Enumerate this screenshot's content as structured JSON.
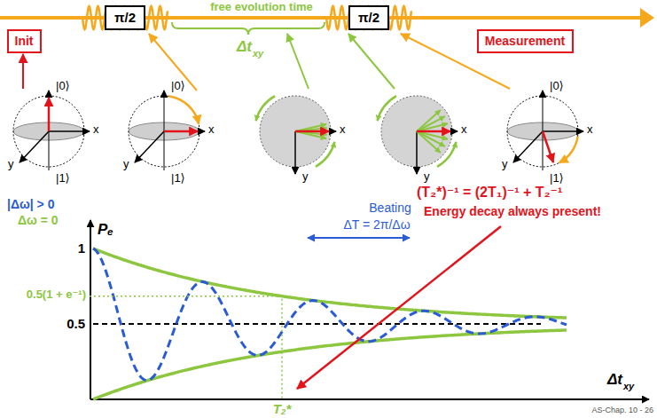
{
  "diagram": {
    "nodes": [
      {
        "text": [
          "Init"
        ]
      },
      {
        "text": [
          "π/2"
        ]
      },
      {
        "text": [
          "π/2"
        ]
      },
      {
        "text": [
          "Measurement"
        ]
      }
    ],
    "edges": [
      {
        "from": 1,
        "to": 2,
        "arrow": "none"
      }
    ],
    "labels": [
      "free evolution time",
      "Δt",
      "xy",
      "|0⟩",
      "|1⟩",
      "x",
      "y",
      "|0⟩",
      "|1⟩",
      "x",
      "y",
      "x",
      "y",
      "x",
      "y",
      "|0⟩",
      "|1⟩",
      "x",
      "y",
      "|Δω| > 0",
      "Δω = 0",
      "Pₑ",
      "1",
      "0.5(1 + e⁻¹)",
      "0.5",
      "Beating",
      "ΔT = 2π/Δω",
      "(T₂*)⁻¹ = (2T₁)⁻¹ + T₂⁻¹",
      "Energy decay always present!",
      "T₂*",
      "Δt",
      "xy",
      "AS-Chap. 10 - 26"
    ]
  }
}
